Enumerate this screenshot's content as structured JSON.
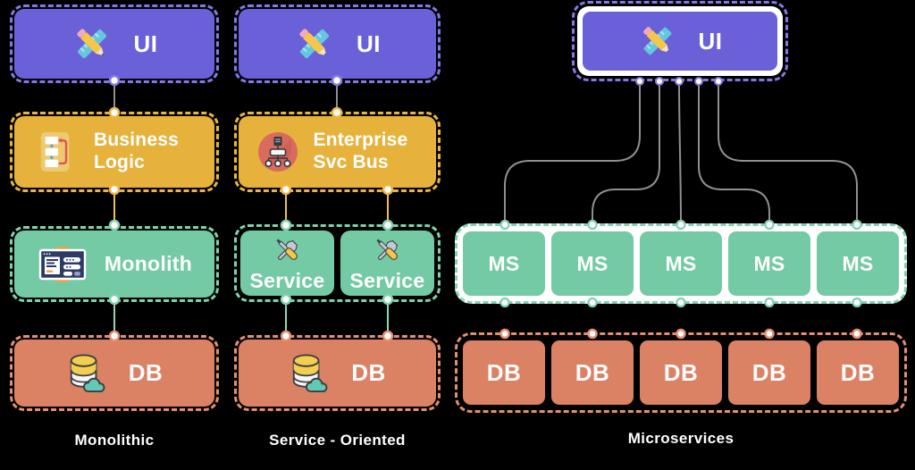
{
  "title": "Architecture comparison diagram",
  "colors": {
    "purple": "#6a60d8",
    "yellow": "#e6b23c",
    "teal": "#74caa5",
    "salmon": "#db8164",
    "connector_gray": "#909090",
    "text": "#ffffff",
    "background": "#000000"
  },
  "columns": {
    "monolithic": {
      "label": "Monolithic",
      "ui": {
        "label": "UI",
        "icon": "ruler-pencil-icon"
      },
      "business_logic": {
        "label": "Business Logic",
        "icon": "flowchart-icon"
      },
      "monolith": {
        "label": "Monolith",
        "icon": "browser-window-icon"
      },
      "db": {
        "label": "DB",
        "icon": "database-icon"
      }
    },
    "service_oriented": {
      "label": "Service - Oriented",
      "ui": {
        "label": "UI",
        "icon": "ruler-pencil-icon"
      },
      "esb": {
        "label": "Enterprise Svc Bus",
        "icon": "sitemap-icon"
      },
      "services": [
        {
          "label": "Service",
          "icon": "tools-icon"
        },
        {
          "label": "Service",
          "icon": "tools-icon"
        }
      ],
      "db": {
        "label": "DB",
        "icon": "database-icon"
      }
    },
    "microservices": {
      "label": "Microservices",
      "ui": {
        "label": "UI",
        "icon": "ruler-pencil-icon"
      },
      "ms_boxes": [
        "MS",
        "MS",
        "MS",
        "MS",
        "MS"
      ],
      "db_boxes": [
        "DB",
        "DB",
        "DB",
        "DB",
        "DB"
      ]
    }
  }
}
